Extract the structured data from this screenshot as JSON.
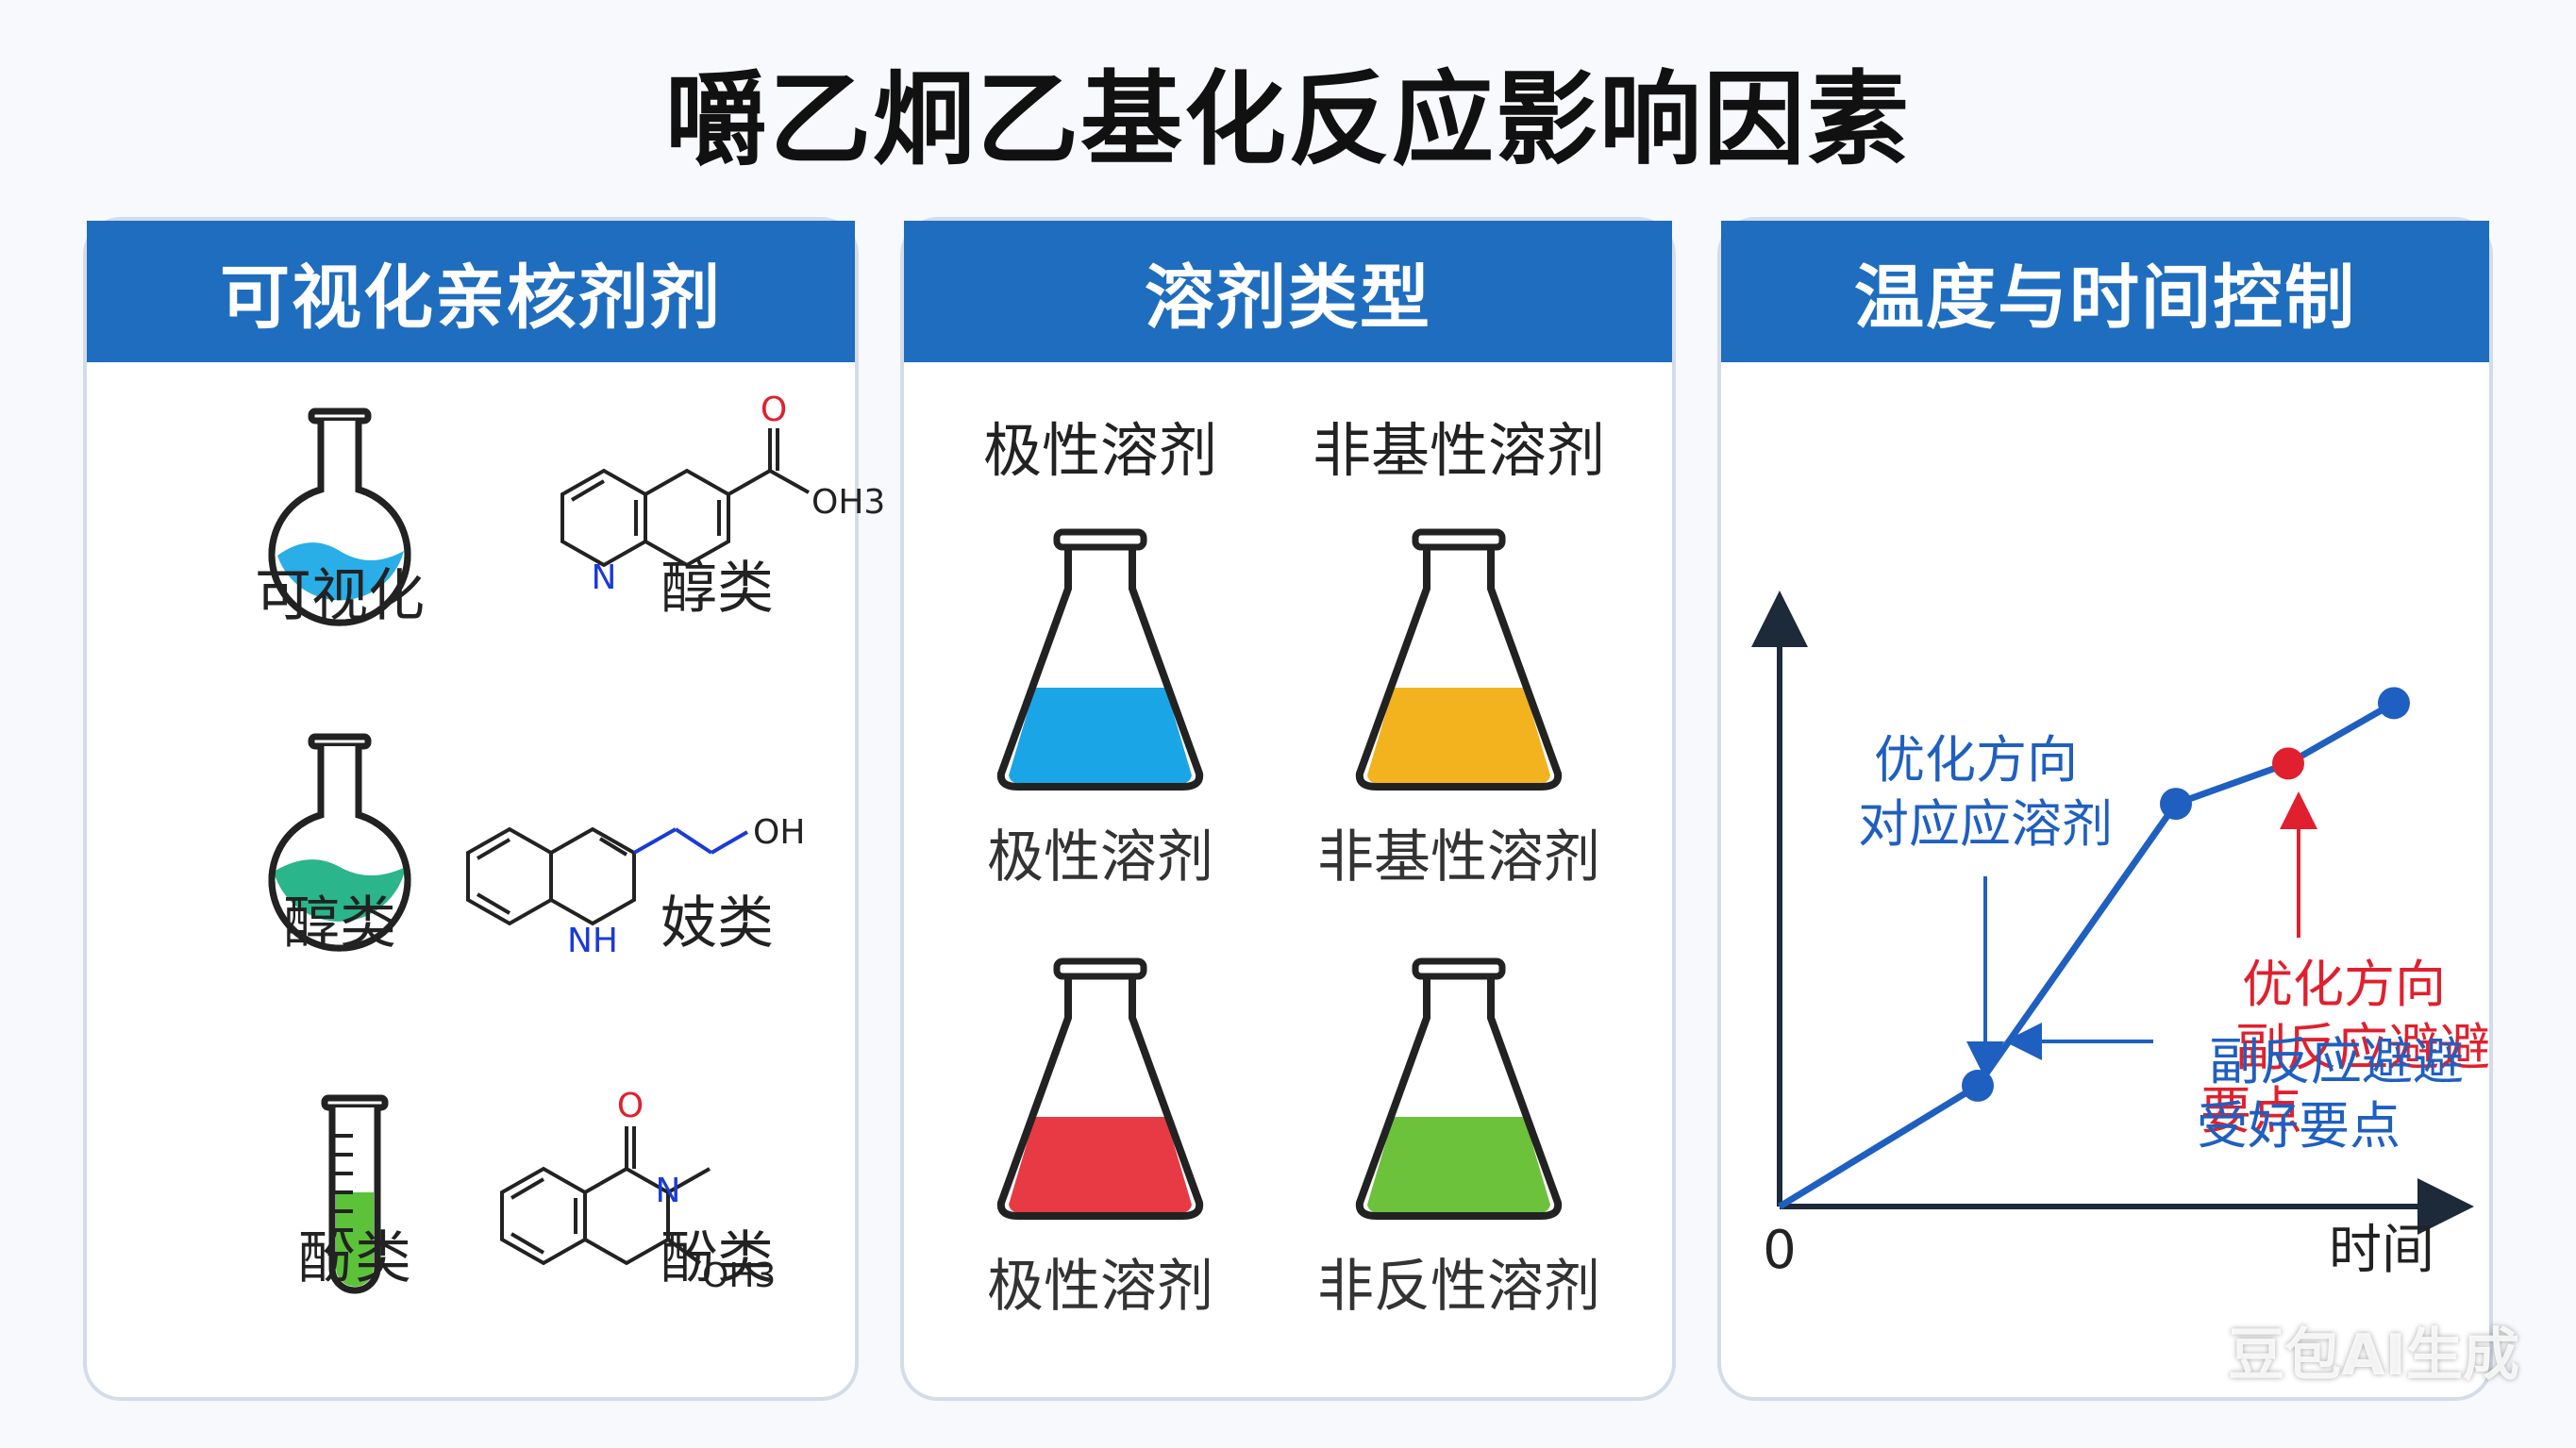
{
  "title": "嚼乙炯乙基化反应影响因素",
  "panel1": {
    "header": "可视化亲核剂剂",
    "items": [
      {
        "label": "可视化"
      },
      {
        "label": "醇类"
      },
      {
        "label": "醇类"
      },
      {
        "label": "妓类"
      },
      {
        "label": "酚类"
      },
      {
        "label": "酚类"
      }
    ],
    "mol1": {
      "o": "O",
      "oh3": "OH3",
      "n": "N"
    },
    "mol2": {
      "oh": "OH",
      "nh": "NH"
    },
    "mol3": {
      "o": "O",
      "n": "N",
      "oh3": "OH3"
    }
  },
  "panel2": {
    "header": "溶剂类型",
    "col1": "极性溶剂",
    "col2": "非基性溶剂",
    "flasks": [
      {
        "label": "极性溶剂",
        "color": "#1aa6e6"
      },
      {
        "label": "非基性溶剂",
        "color": "#f2b31f"
      },
      {
        "label": "极性溶剂",
        "color": "#e83a45"
      },
      {
        "label": "非反性溶剂",
        "color": "#6cc23a"
      }
    ]
  },
  "panel3": {
    "header": "温度与时间控制",
    "origin": "0",
    "xlabel": "时间",
    "ann_blue_top": [
      "优化方向",
      "对应应溶剂"
    ],
    "ann_red": [
      "优化方向",
      "副反应避避",
      "要点"
    ],
    "ann_blue_bottom": [
      "副反应避避",
      "受好要点"
    ]
  },
  "chart_data": {
    "type": "line",
    "points": [
      [
        0,
        0
      ],
      [
        0.3,
        0.3
      ],
      [
        0.6,
        1.0
      ],
      [
        0.77,
        1.1
      ],
      [
        0.93,
        1.25
      ]
    ],
    "highlight_index": 3,
    "color": "#1f5fc0",
    "highlight_color": "#e0202e"
  },
  "watermark": "豆包AI生成"
}
